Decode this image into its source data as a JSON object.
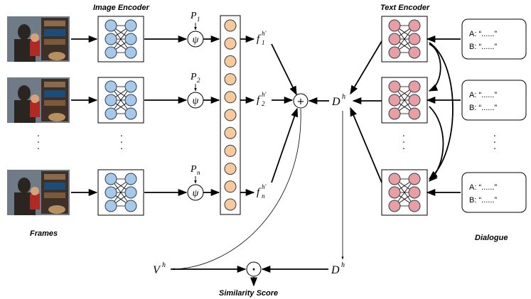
{
  "titles": {
    "image_encoder": "Image Encoder",
    "text_encoder": "Text Encoder",
    "frames": "Frames",
    "dialogue": "Dialogue",
    "similarity": "Similarity Score"
  },
  "frame_params": [
    {
      "p_base": "P",
      "p_sub": "1",
      "f_base": "f",
      "f_sub": "1",
      "f_sup": "h'"
    },
    {
      "p_base": "P",
      "p_sub": "2",
      "f_base": "f",
      "f_sub": "2",
      "f_sup": "h'"
    },
    {
      "p_base": "P",
      "p_sub": "n",
      "f_base": "f",
      "f_sub": "n",
      "f_sup": "h'"
    }
  ],
  "psi": "ψ",
  "plus": "+",
  "dot": "·",
  "vertical_ellipsis": "·\n·\n·",
  "d_base": "D",
  "d_sup": "h",
  "v_base": "V",
  "v_sup": "h",
  "dialogue_lines": {
    "a": "A: “......”",
    "b": "B: “......”"
  },
  "colors": {
    "image_node": "#a7c8e8",
    "text_node": "#e89ea2",
    "feature_cell": "#f8c99a",
    "node_stroke": "#2c3e50",
    "photo_wall": "#6f7b86",
    "photo_shelf": "#3c3028",
    "photo_person": "#2b2522",
    "photo_shirt": "#b02a25",
    "photo_tv": "#1a4d7a"
  }
}
